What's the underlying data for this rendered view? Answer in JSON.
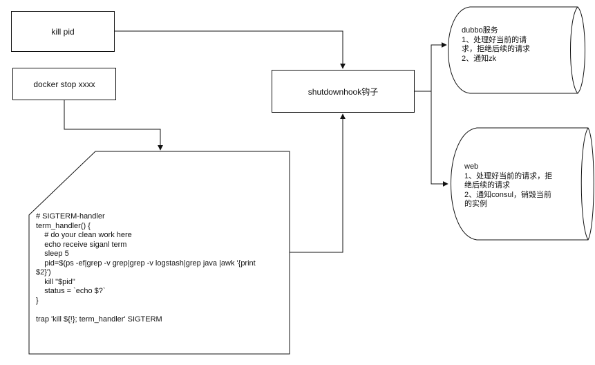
{
  "nodes": {
    "kill_pid": "kill pid",
    "docker_stop": "docker stop xxxx",
    "shutdownhook": "shutdownhook钩子",
    "sigterm_note": "# SIGTERM-handler\nterm_handler() {\n    # do your clean work here\n    echo receive siganl term\n    sleep 5\n    pid=$(ps -ef|grep -v grep|grep -v logstash|grep java |awk '{print\n$2}')\n    kill \"$pid\"\n    status = `echo $?`\n}\n\ntrap 'kill ${!}; term_handler' SIGTERM",
    "dubbo": {
      "title": "dubbo服务",
      "line1": "1、处理好当前的请求，拒绝后续的请求",
      "line2": "2、通知zk"
    },
    "web": {
      "title": "web",
      "line1": "1、处理好当前的请求，拒绝后续的请求",
      "line2": "2、通知consul，销毁当前的实例"
    }
  },
  "colors": {
    "stroke": "#111111",
    "background": "#ffffff"
  }
}
